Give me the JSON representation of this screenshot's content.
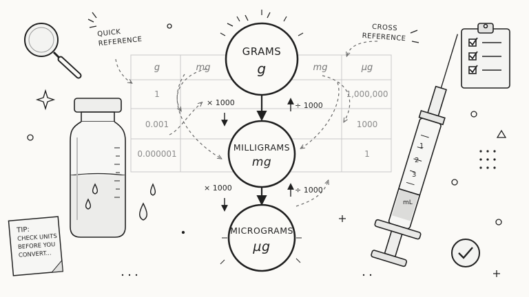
{
  "quick_reference_label": "QUICK REFERENCE",
  "cross_reference_label": "CROSS REFERENCE",
  "table": {
    "headers": [
      "g",
      "mg",
      "mg",
      "µg"
    ],
    "rows": [
      [
        "1",
        "",
        "",
        "1,000,000"
      ],
      [
        "0.001",
        "",
        "",
        "1000"
      ],
      [
        "0.000001",
        "",
        "",
        "1"
      ]
    ]
  },
  "units": [
    {
      "name": "GRAMS",
      "symbol": "g"
    },
    {
      "name": "MILLIGRAMS",
      "symbol": "mg"
    },
    {
      "name": "MICROGRAMS",
      "symbol": "µg"
    }
  ],
  "conversions": [
    {
      "multiply": "× 1000",
      "divide": "÷ 1000"
    },
    {
      "multiply": "× 1000",
      "divide": "÷ 1000"
    }
  ],
  "syringe_marks": [
    "1",
    "2",
    "3",
    "mL"
  ],
  "tip_note": {
    "title": "TIP:",
    "lines": [
      "CHECK UNITS",
      "BEFORE YOU",
      "CONVERT..."
    ]
  },
  "icons": [
    "magnifier-icon",
    "vial-icon",
    "syringe-icon",
    "clipboard-icon",
    "check-circle-icon",
    "sparkle-icon",
    "water-drop-icon"
  ]
}
